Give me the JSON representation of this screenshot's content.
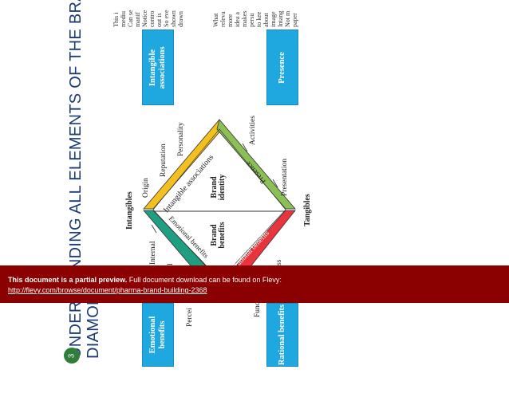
{
  "page": {
    "title_line_1": "UNDERSTANDING ALL ELEMENTS OF THE BRAND",
    "title_line_2": "DIAMOND",
    "page_number": "3"
  },
  "boxes": {
    "intangible_associations": "Intangible associations",
    "presence": "Presence",
    "emotional_benefits": "Emotional benefits",
    "rational_benefits": "Rational benefits"
  },
  "diamond": {
    "intangible_associations": "Intangible associations",
    "presence": "Presence",
    "emotional_benefits": "Emotional benefits",
    "rational_benefits": "Rational benefits",
    "brand_identity": "Brand identity",
    "brand_benefits": "Brand benefits"
  },
  "axis": {
    "intangibles": "Intangibles",
    "tangibles": "Tangibles"
  },
  "attributes": {
    "origin": "Origin",
    "reputation": "Reputation",
    "personality": "Personality",
    "activities": "Activities",
    "presentation": "Presentation",
    "internal": "Internal",
    "perceived": "Percei",
    "functional": "Func",
    "ss": "ss",
    "l": "l"
  },
  "description_left": [
    "This i",
    "mediu",
    "Can se",
    "manif",
    "Notice",
    "contro",
    "out is",
    "So eve",
    "shown",
    "drawn"
  ],
  "description_right": [
    "What",
    "releva",
    "more",
    "idea a",
    "makes",
    "persu",
    "to kee",
    "about",
    "image",
    "Intang",
    "Not m",
    "paper"
  ],
  "banner": {
    "bold_text": "This document is a partial preview.",
    "normal_text": " Full document download can be found on Flevy:",
    "link": "http://flevy.com/browse/document/pharma-brand-building-2368"
  },
  "colors": {
    "cyan_box": "#1fa7e0",
    "yellow": "#f3c020",
    "green": "#8cbf55",
    "teal": "#1f9e82",
    "red": "#e8353d",
    "banner": "#8b0000"
  }
}
